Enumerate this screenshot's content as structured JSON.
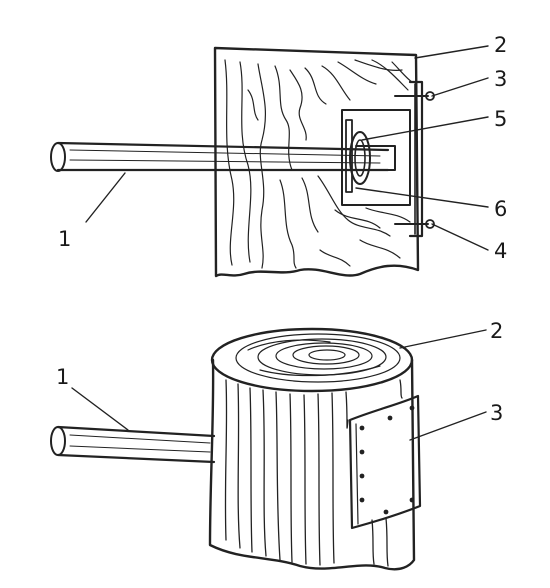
{
  "figure": {
    "top_view": {
      "labels": [
        "1",
        "2",
        "3",
        "4",
        "5",
        "6"
      ]
    },
    "bottom_view": {
      "labels": [
        "1",
        "2",
        "3"
      ]
    }
  }
}
